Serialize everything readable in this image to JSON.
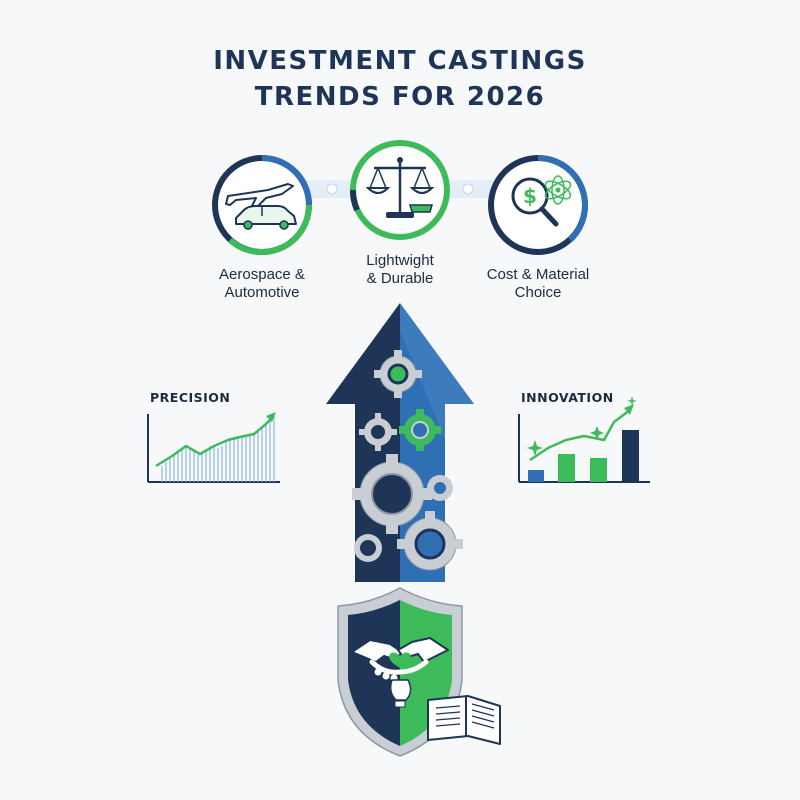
{
  "title": {
    "line1": "INVESTMENT CASTINGS",
    "line2": "TRENDS FOR 2026"
  },
  "trends": [
    {
      "label_line1": "Aerospace &",
      "label_line2": "Automotive",
      "icon": "plane-car-icon"
    },
    {
      "label_line1": "Lightwight",
      "label_line2": "& Durable",
      "icon": "balance-scale-icon"
    },
    {
      "label_line1": "Cost & Material",
      "label_line2": "Choice",
      "icon": "dollar-magnifier-icon"
    }
  ],
  "side": {
    "left": "PRECISION",
    "right": "INNOVATION"
  },
  "colors": {
    "navy": "#1e3557",
    "blue": "#2f6fb3",
    "green": "#3dbb5a",
    "grey": "#b9c0c8",
    "text": "#1c2b3f"
  }
}
